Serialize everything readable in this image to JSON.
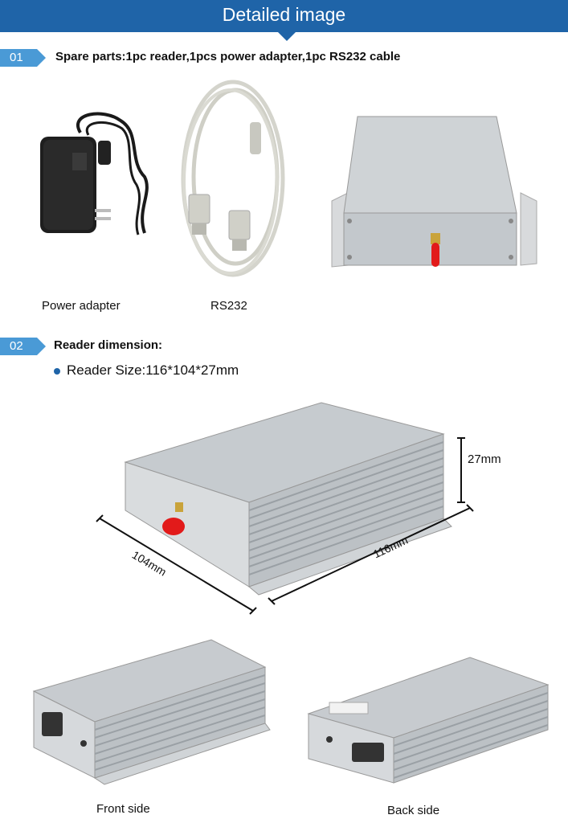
{
  "header": {
    "title": "Detailed image"
  },
  "section1": {
    "number": "01",
    "title": "Spare parts:1pc reader,1pcs power adapter,1pc RS232 cable",
    "captions": {
      "adapter": "Power adapter",
      "cable": "RS232"
    }
  },
  "section2": {
    "number": "02",
    "title": "Reader dimension:",
    "bullet_label": "Reader Size:",
    "bullet_value": "116*104*27mm",
    "dims": {
      "height": "27mm",
      "length": "116mm",
      "width": "104mm"
    },
    "captions": {
      "front": "Front side",
      "back": "Back side"
    }
  },
  "colors": {
    "header": "#1f64a8",
    "tag": "#4a9ad6",
    "device": "#c9cdd0",
    "antenna": "#e21a1a"
  },
  "icons": [
    "power-adapter-image",
    "rs232-cable-image",
    "reader-device-image",
    "db9-connector-icon",
    "antenna-icon"
  ]
}
